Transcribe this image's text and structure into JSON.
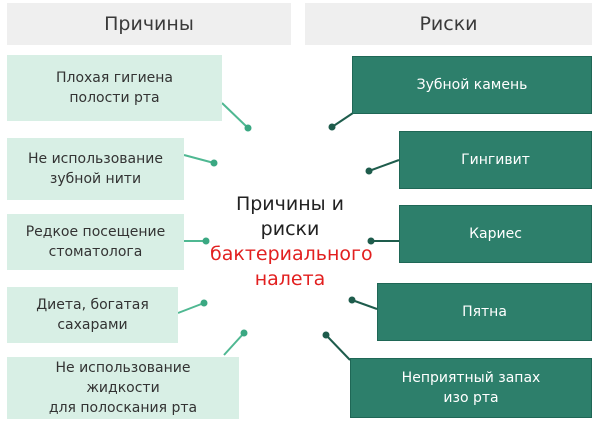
{
  "headers": {
    "causes": "Причины",
    "risks": "Риски"
  },
  "center": {
    "line1": "Причины и",
    "line2": "риски",
    "line3": "бактериального",
    "line4": "налета"
  },
  "causes": [
    "Плохая гигиена\nполости рта",
    "Не использование\nзубной нити",
    "Редкое посещение\nстоматолога",
    "Диета, богатая\nсахарами",
    "Не использование жидкости\nдля полоскания рта"
  ],
  "risks": [
    "Зубной камень",
    "Гингивит",
    "Кариес",
    "Пятна",
    "Неприятный запах\nизо рта"
  ],
  "colors": {
    "cause_fill": "#d8efe5",
    "risk_fill": "#2d7f6b",
    "cause_dot": "#3aa882",
    "risk_dot": "#1e5c4c",
    "highlight_text": "#e21f1f"
  }
}
